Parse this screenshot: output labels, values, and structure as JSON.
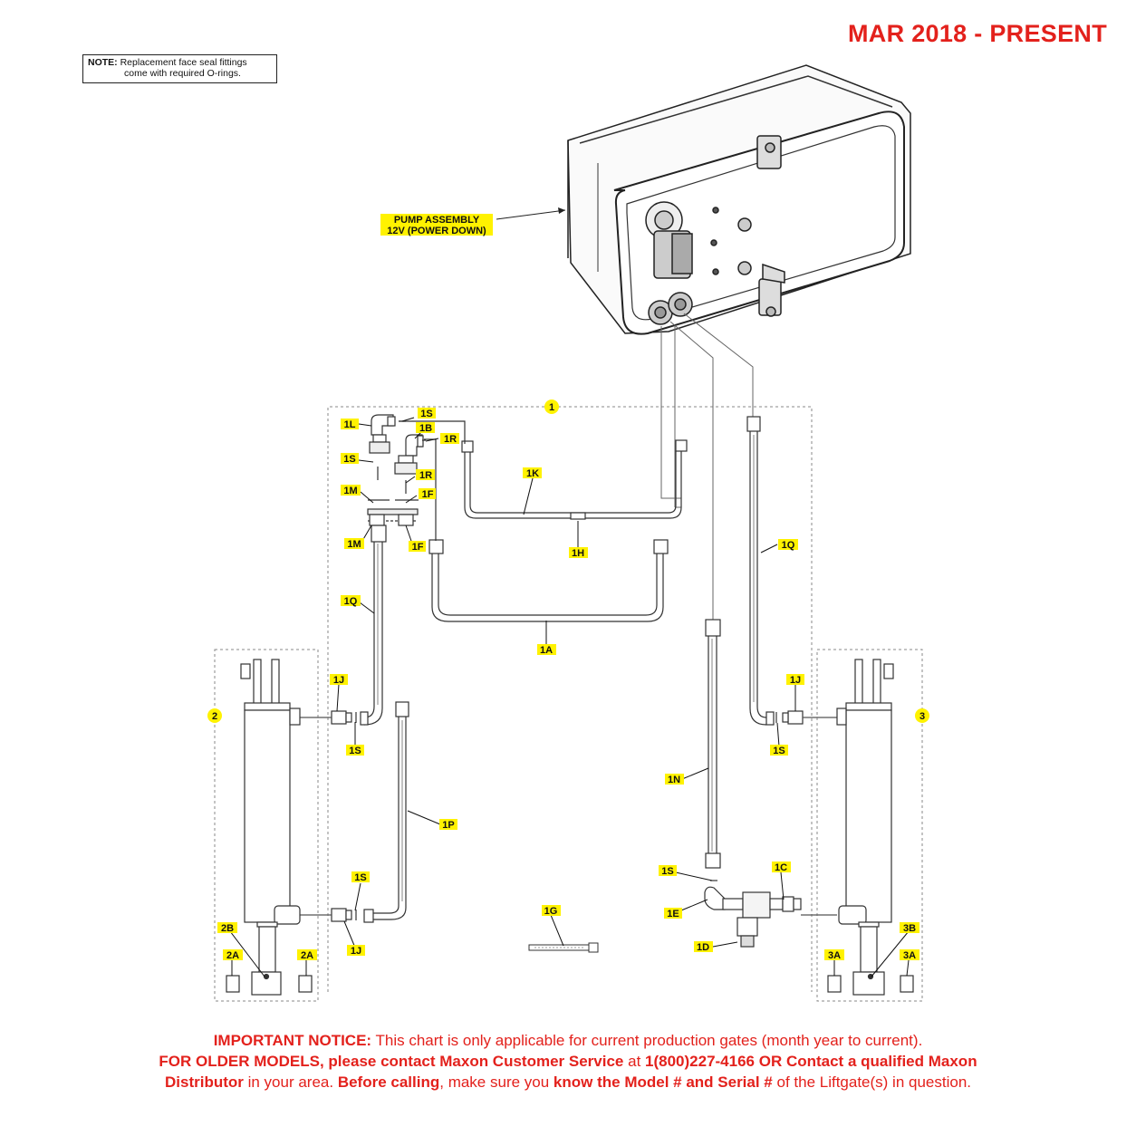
{
  "header": {
    "date_range": "MAR 2018 - PRESENT"
  },
  "note": {
    "label": "NOTE:",
    "line1": "Replacement face seal fittings",
    "line2": "come with required O-rings."
  },
  "pump": {
    "line1": "PUMP ASSEMBLY",
    "line2": "12V (POWER DOWN)"
  },
  "callouts": {
    "kit1": "1",
    "cyl2": "2",
    "cyl3": "3",
    "L1L": "1L",
    "L1S_a": "1S",
    "L1B": "1B",
    "L1R_a": "1R",
    "L1S_b": "1S",
    "L1R_b": "1R",
    "L1M_a": "1M",
    "L1F_a": "1F",
    "L1M_b": "1M",
    "L1F_b": "1F",
    "L1K": "1K",
    "L1H": "1H",
    "L1Q_a": "1Q",
    "L1Q_b": "1Q",
    "L1A": "1A",
    "L1J_a": "1J",
    "L1S_c": "1S",
    "L1J_b": "1J",
    "L1S_d": "1S",
    "L1N": "1N",
    "L1P": "1P",
    "L1S_e": "1S",
    "L1J_c": "1J",
    "L1S_f": "1S",
    "L1C": "1C",
    "L1E": "1E",
    "L1G": "1G",
    "L1D": "1D",
    "L2B": "2B",
    "L2A_a": "2A",
    "L2A_b": "2A",
    "L3B": "3B",
    "L3A_a": "3A",
    "L3A_b": "3A"
  },
  "notice": {
    "p1_bold": "IMPORTANT NOTICE:",
    "p1_text": " This chart is only applicable for current production gates (month year to current).",
    "p2_bold": "FOR OLDER MODELS, please contact Maxon Customer Service",
    "p2_text": " at ",
    "p2_phone": "1(800)227-4166 OR Contact a qualified Maxon",
    "p3_bold1": "Distributor",
    "p3_text1": " in your area. ",
    "p3_bold2": "Before calling",
    "p3_text2": ", make sure you ",
    "p3_bold3": "know the Model # and Serial #",
    "p3_text3": " of the Liftgate(s) in question."
  }
}
